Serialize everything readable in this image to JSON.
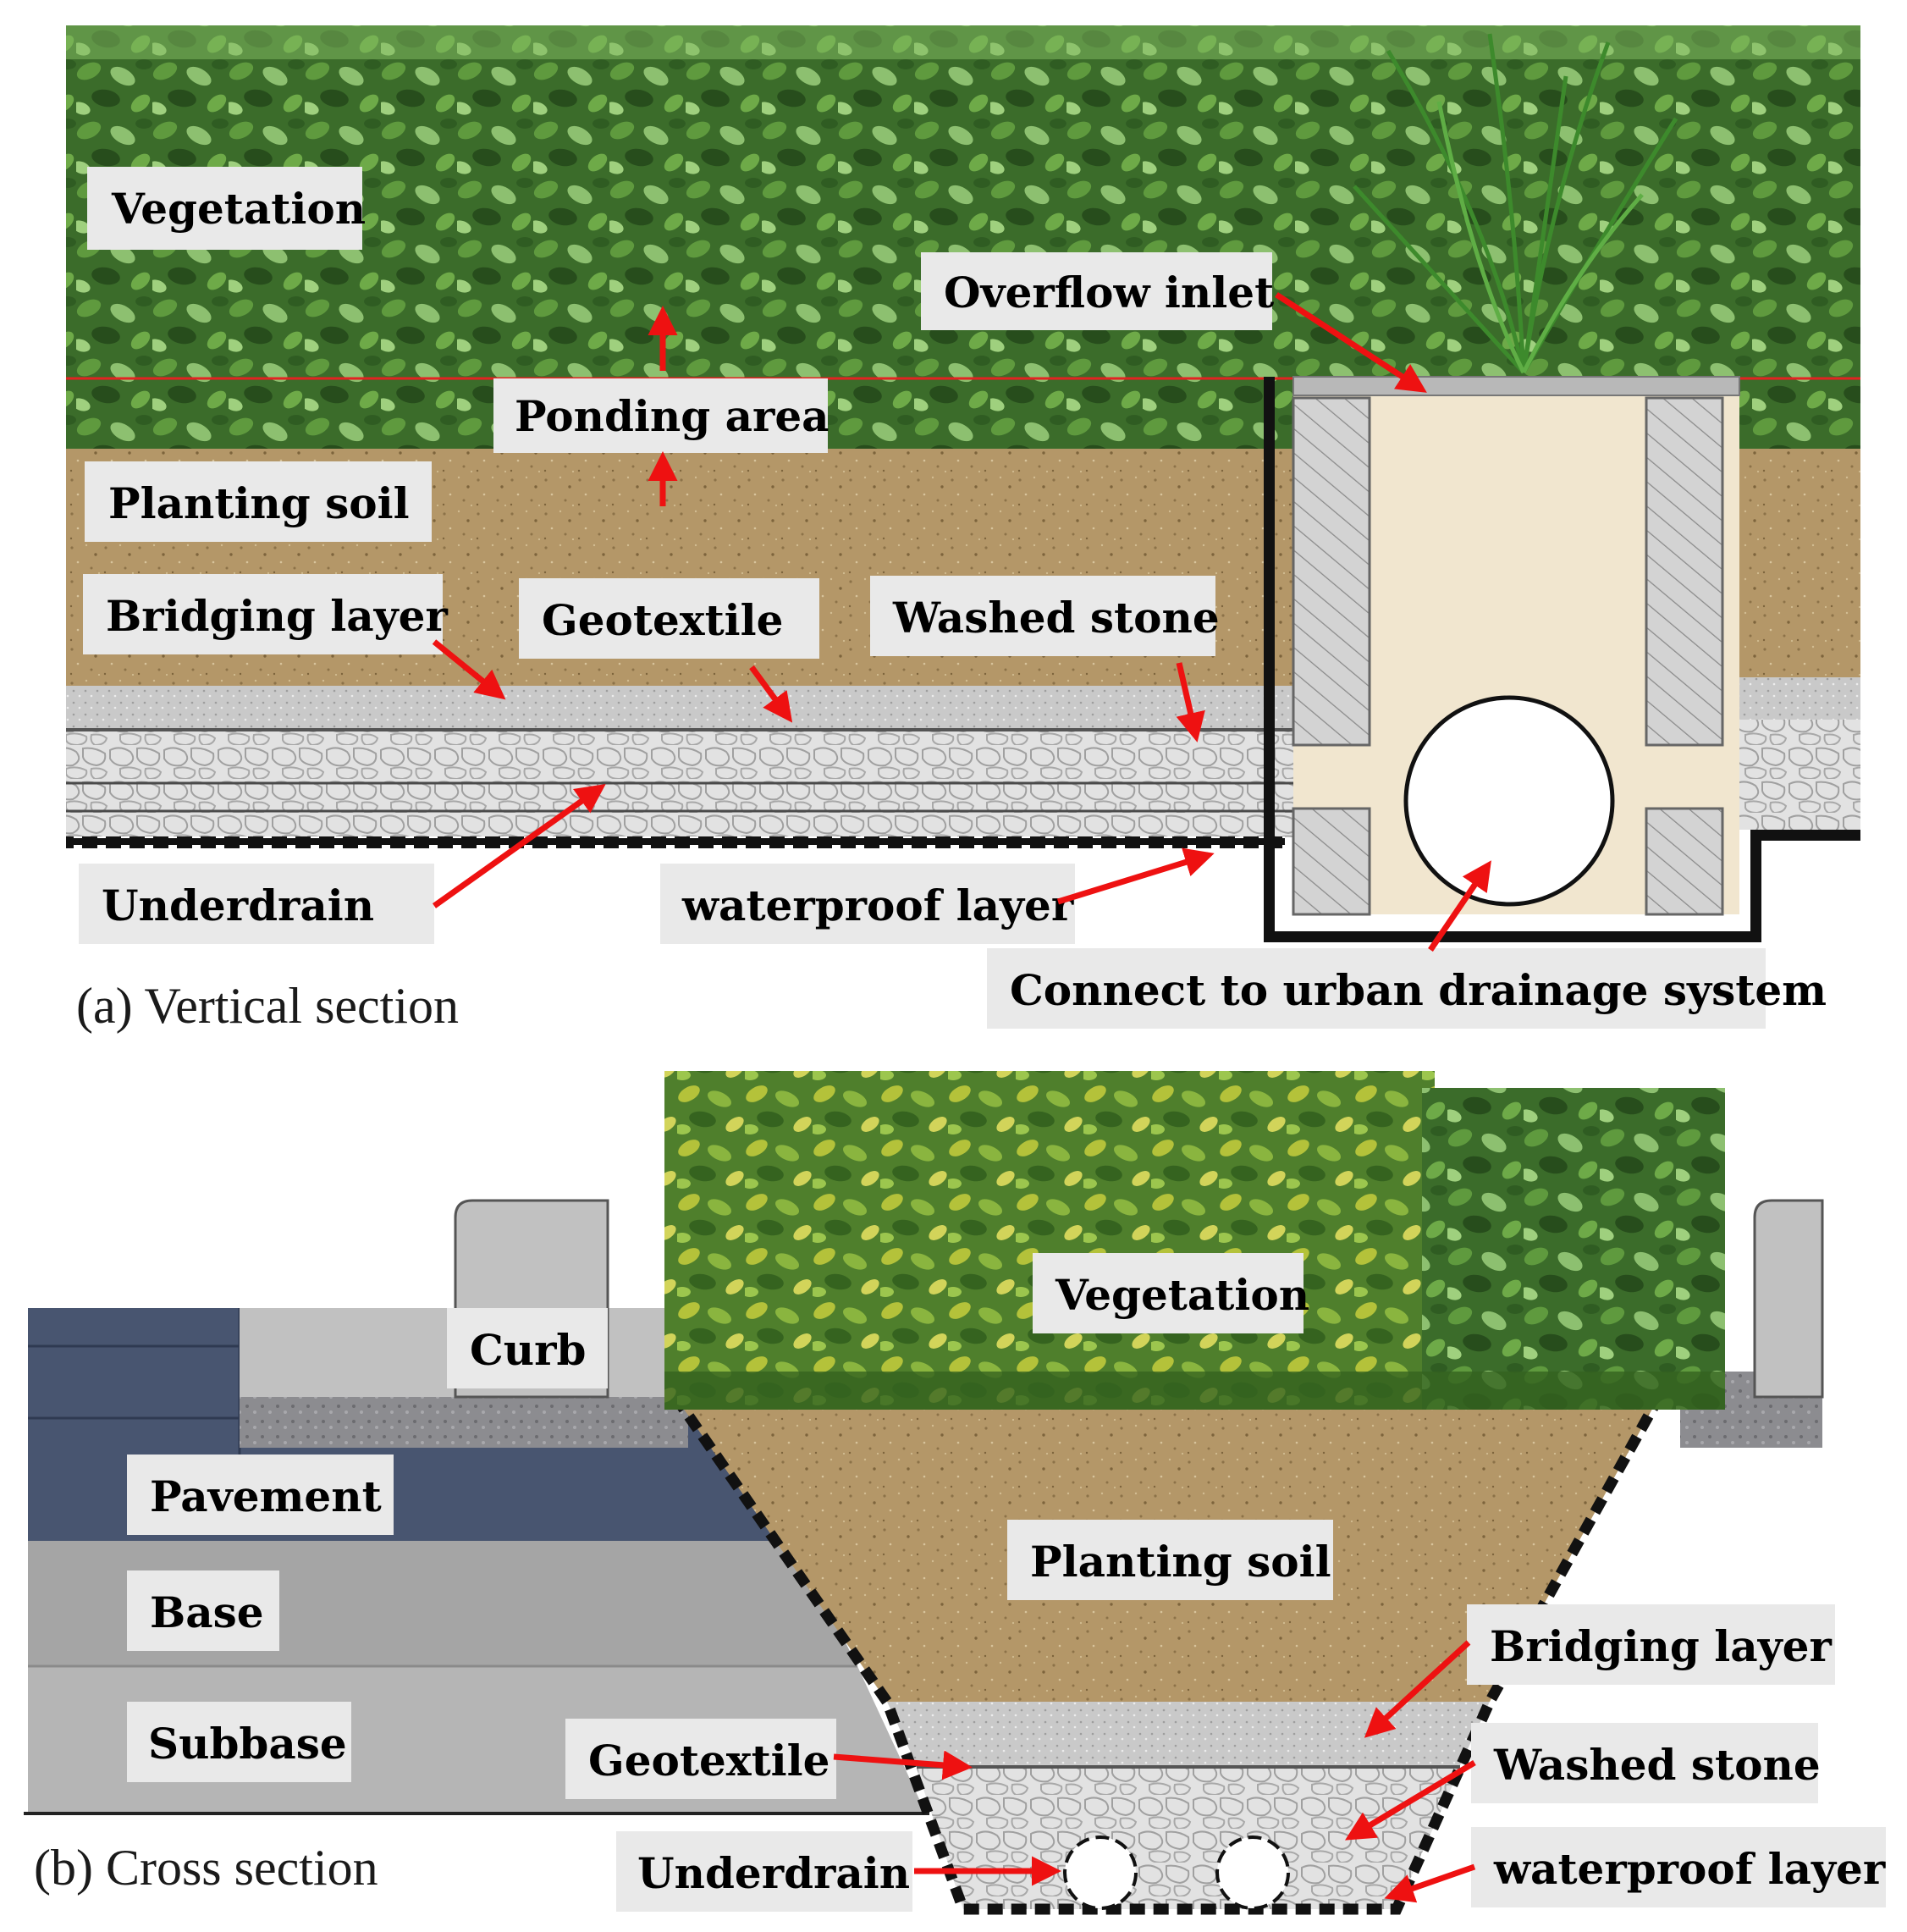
{
  "colors": {
    "foliage_dark": "#2e5a22",
    "foliage_mid": "#4e8a36",
    "foliage_light": "#8dc070",
    "foliage_yellow": "#b4c23a",
    "soil": "#b49768",
    "soil_speck": "#8c7248",
    "bridging": "#c9c9c9",
    "stone": "#dedede",
    "concrete": "#cfcfcf",
    "inlet_fill": "#f1e6cf",
    "pavement": "#485570",
    "base": "#a5a5a5",
    "subbase": "#b5b5b5",
    "curb": "#c1c1c1",
    "label_box": "#e9e9e9",
    "arrow": "#ee1111",
    "ponding_line": "#e32222"
  },
  "vertical_section": {
    "caption": "(a) Vertical section",
    "labels": {
      "vegetation": "Vegetation",
      "overflow_inlet": "Overflow inlet",
      "ponding_area": "Ponding area",
      "planting_soil": "Planting soil",
      "bridging_layer": "Bridging layer",
      "geotextile": "Geotextile",
      "washed_stone": "Washed stone",
      "underdrain": "Underdrain",
      "waterproof_layer": "waterproof layer",
      "connect_drainage": "Connect to urban drainage system"
    }
  },
  "cross_section": {
    "caption": "(b) Cross section",
    "labels": {
      "vegetation": "Vegetation",
      "curb": "Curb",
      "pavement": "Pavement",
      "base": "Base",
      "subbase": "Subbase",
      "planting_soil": "Planting soil",
      "bridging_layer": "Bridging layer",
      "geotextile": "Geotextile",
      "washed_stone": "Washed stone",
      "underdrain": "Underdrain",
      "waterproof_layer": "waterproof layer"
    }
  }
}
